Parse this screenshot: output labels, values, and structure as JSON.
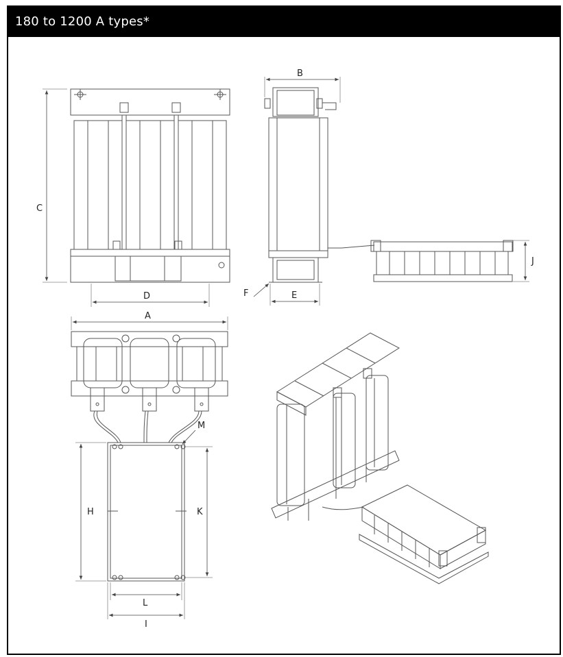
{
  "header": {
    "title": "180 to 1200 A types*"
  },
  "dimension_labels": {
    "A": "A",
    "B": "B",
    "C": "C",
    "D": "D",
    "E": "E",
    "F": "F",
    "H": "H",
    "I": "I",
    "J": "J",
    "K": "K",
    "L": "L",
    "M": "M"
  },
  "colors": {
    "header_bg": "#000000",
    "header_text": "#ffffff",
    "line": "#555555"
  }
}
